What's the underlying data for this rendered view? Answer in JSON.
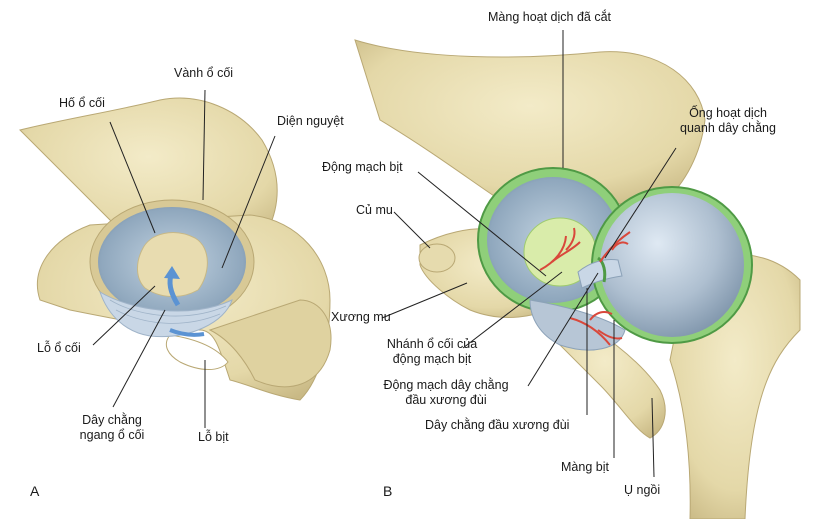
{
  "panels": {
    "a": "A",
    "b": "B"
  },
  "labels": {
    "ho_o_coi": "Hố ổ cối",
    "vanh_o_coi": "Vành ổ cối",
    "dien_nguyet": "Diện nguyệt",
    "lo_o_coi": "Lỗ ổ cối",
    "day_chang_ngang_1": "Dây chằng",
    "day_chang_ngang_2": "ngang ổ cối",
    "lo_bit": "Lỗ bịt",
    "mang_hoat_dich": "Màng hoạt dịch đã cắt",
    "ong_hoat_dich_1": "Ống hoạt dịch",
    "ong_hoat_dich_2": "quanh dây chằng",
    "dong_mach_bit": "Động mạch bịt",
    "cu_mu": "Củ mu",
    "xuong_mu": "Xương mu",
    "nhanh_o_coi_1": "Nhánh ổ cối của",
    "nhanh_o_coi_2": "động mạch bịt",
    "dm_day_chang_1": "Động mạch dây chằng",
    "dm_day_chang_2": "đầu xương đùi",
    "day_chang_dau": "Dây chằng đầu xương đùi",
    "mang_bit": "Màng bịt",
    "u_ngoi": "Ụ ngồi"
  },
  "colors": {
    "bone": "#e9dfb5",
    "bone_shadow": "#cbbb84",
    "cartilage": "#a9bdcd",
    "cartilage_dark": "#7f97ad",
    "synovial": "#8fcf7a",
    "synovial_dark": "#4f9a45",
    "artery": "#d9483b",
    "ligament": "#c9d7e6",
    "arrow": "#5b93d3"
  }
}
